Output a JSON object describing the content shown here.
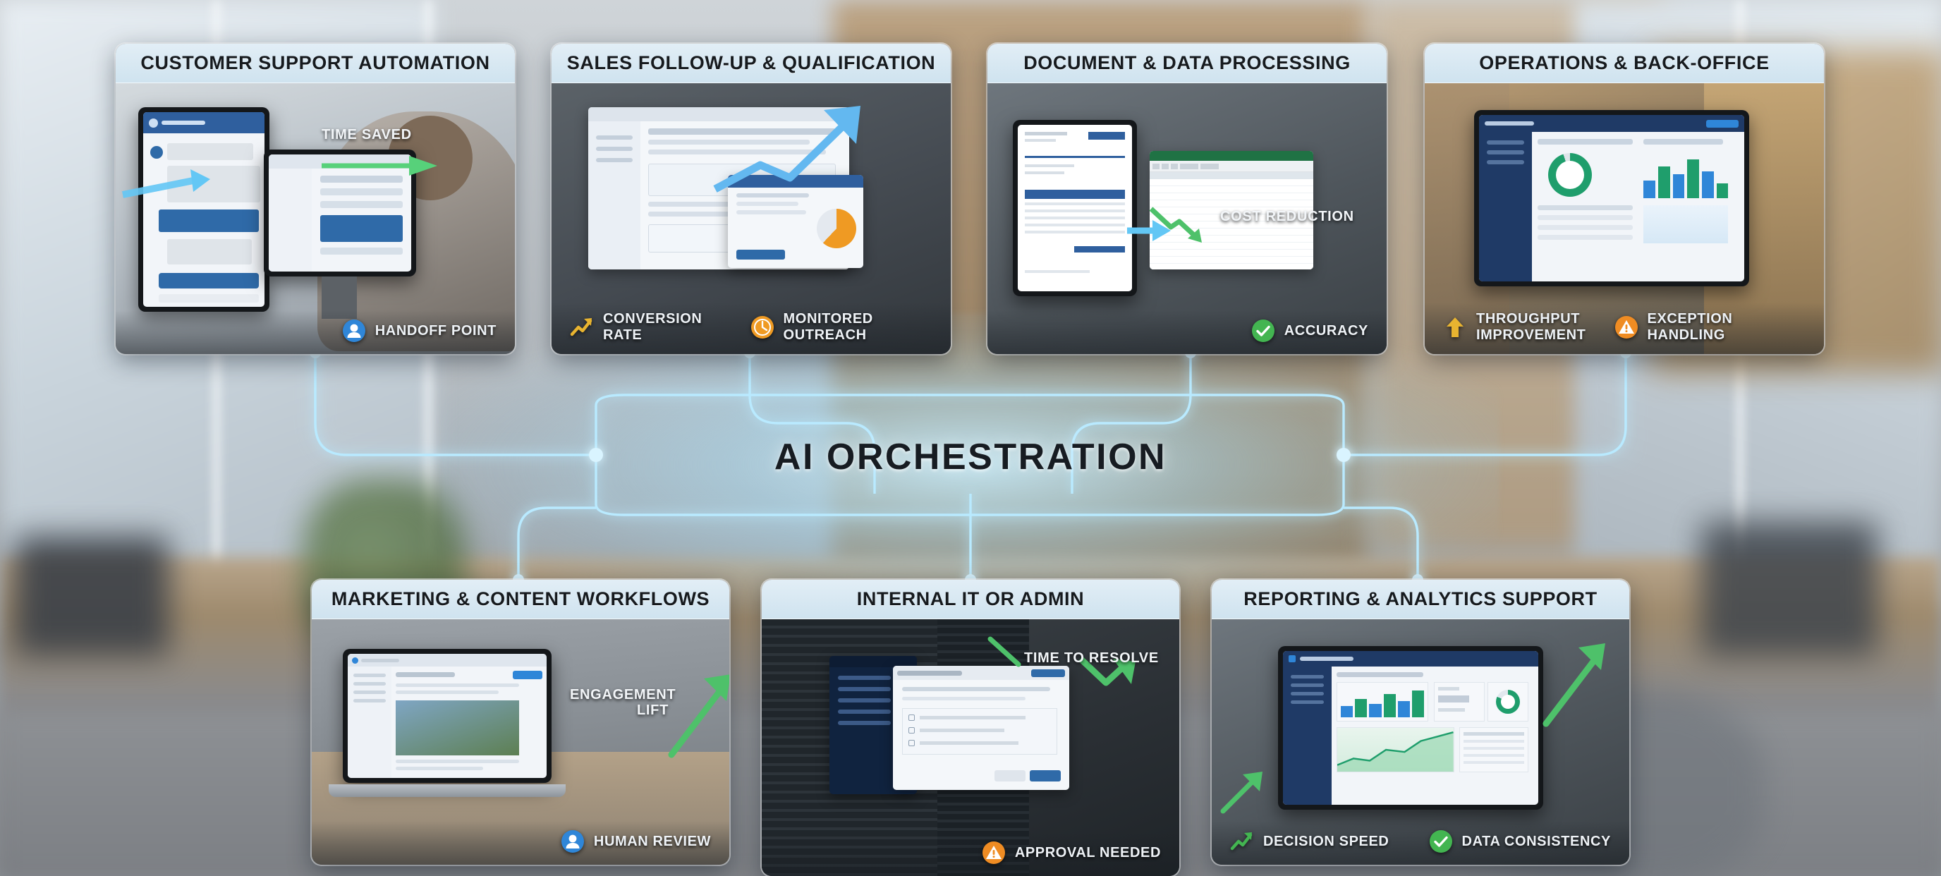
{
  "diagram": {
    "center_label": "AI ORCHESTRATION",
    "accent_cyan": "#8fe4ff",
    "accent_green": "#4ec16a",
    "accent_amber": "#f0a52a",
    "accent_blue": "#2f86d8",
    "header_bg": "#d8eaf4"
  },
  "top_cards": [
    {
      "title": "CUSTOMER SUPPORT AUTOMATION",
      "annotation": "TIME SAVED",
      "badges": [
        {
          "label": "HANDOFF POINT",
          "icon": "person-icon",
          "color": "#2f86d8"
        }
      ]
    },
    {
      "title": "SALES FOLLOW-UP & QUALIFICATION",
      "annotation": "",
      "badges": [
        {
          "label": "CONVERSION RATE",
          "icon": "trend-up-icon",
          "color": "#e8b430"
        },
        {
          "label": "MONITORED OUTREACH",
          "icon": "clock-icon",
          "color": "#ef9a23"
        }
      ]
    },
    {
      "title": "DOCUMENT & DATA PROCESSING",
      "annotation": "COST REDUCTION",
      "badges": [
        {
          "label": "ACCURACY",
          "icon": "check-circle-icon",
          "color": "#43b551"
        }
      ]
    },
    {
      "title": "OPERATIONS & BACK-OFFICE",
      "annotation": "",
      "badges": [
        {
          "label": "THROUGHPUT\nIMPROVEMENT",
          "icon": "arrow-up-icon",
          "color": "#e8b430"
        },
        {
          "label": "EXCEPTION HANDLING",
          "icon": "warning-icon",
          "color": "#ef8c23"
        }
      ]
    }
  ],
  "bottom_cards": [
    {
      "title": "MARKETING & CONTENT WORKFLOWS",
      "annotation": "ENGAGEMENT\nLIFT",
      "badges": [
        {
          "label": "HUMAN REVIEW",
          "icon": "person-icon",
          "color": "#2f86d8"
        }
      ]
    },
    {
      "title": "INTERNAL IT OR ADMIN",
      "annotation": "TIME TO RESOLVE",
      "badges": [
        {
          "label": "APPROVAL NEEDED",
          "icon": "warning-icon",
          "color": "#ef8c23"
        }
      ]
    },
    {
      "title": "REPORTING & ANALYTICS SUPPORT",
      "annotation": "",
      "badges": [
        {
          "label": "DECISION SPEED",
          "icon": "trend-up-icon",
          "color": "#43b551"
        },
        {
          "label": "DATA CONSISTENCY",
          "icon": "check-circle-icon",
          "color": "#43b551"
        }
      ]
    }
  ]
}
